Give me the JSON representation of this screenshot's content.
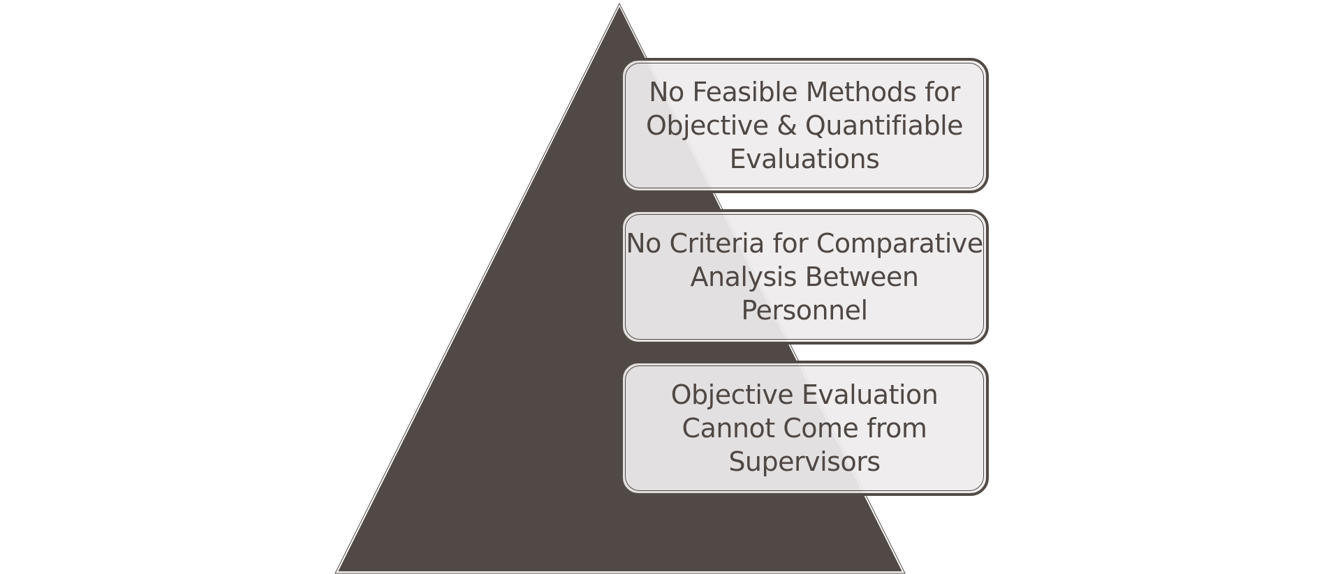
{
  "diagram": {
    "type": "pyramid-list",
    "colors": {
      "pyramid_fill": "#514945",
      "box_fill": "#eeeced",
      "box_border": "#524a45",
      "text": "#4f4744"
    },
    "items": [
      {
        "text": "No Feasible Methods for\nObjective & Quantifiable\nEvaluations"
      },
      {
        "text": "No Criteria for Comparative\nAnalysis Between\nPersonnel"
      },
      {
        "text": "Objective Evaluation\nCannot Come from\nSupervisors"
      }
    ]
  }
}
